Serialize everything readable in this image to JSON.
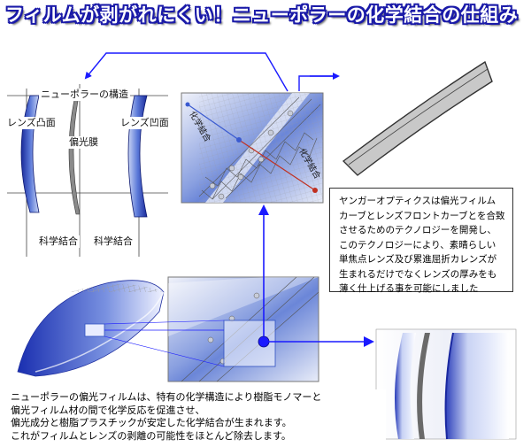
{
  "title": "フィルムが剥がれにくい！ニューポラーの化学結合の仕組み",
  "structure_labels": {
    "heading": "ニューポラーの構造",
    "convex": "レンズ凸面",
    "film": "偏光膜",
    "concave": "レンズ凹面",
    "bond_left": "科学結合",
    "bond_right": "科学結合"
  },
  "closeup_labels": {
    "bond_upper": "化学結合",
    "bond_lower": "化学結合"
  },
  "info_box": {
    "lines": [
      "ヤンガーオプティクスは偏光フィルム",
      "カーブとレンズフロントカーブとを合致",
      "させるためのテクノロジーを開発し、",
      "このテクノロジーにより、素晴らしい",
      "単焦点レンズ及び累進屈折カレンズが",
      "生まれるだけでなくレンズの厚みをも",
      "薄く仕上げる事を可能にしました"
    ]
  },
  "bottom_text": {
    "lines": [
      "ニューポラーの偏光フィルムは、特有の化学構造により樹脂モノマーと",
      "偏光フィルム材の間で化学反応を促進させ、",
      "偏光成分と樹脂プラスチックが安定した化学結合が生まれます。",
      "これがフィルムとレンズの剥離の可能性をほとんど除去します。"
    ]
  },
  "colors": {
    "arrow": "#1a1aff",
    "title_outline": "#1a1aa8",
    "lens_blue": "#2b3fb8",
    "bond_red": "#c03020"
  }
}
